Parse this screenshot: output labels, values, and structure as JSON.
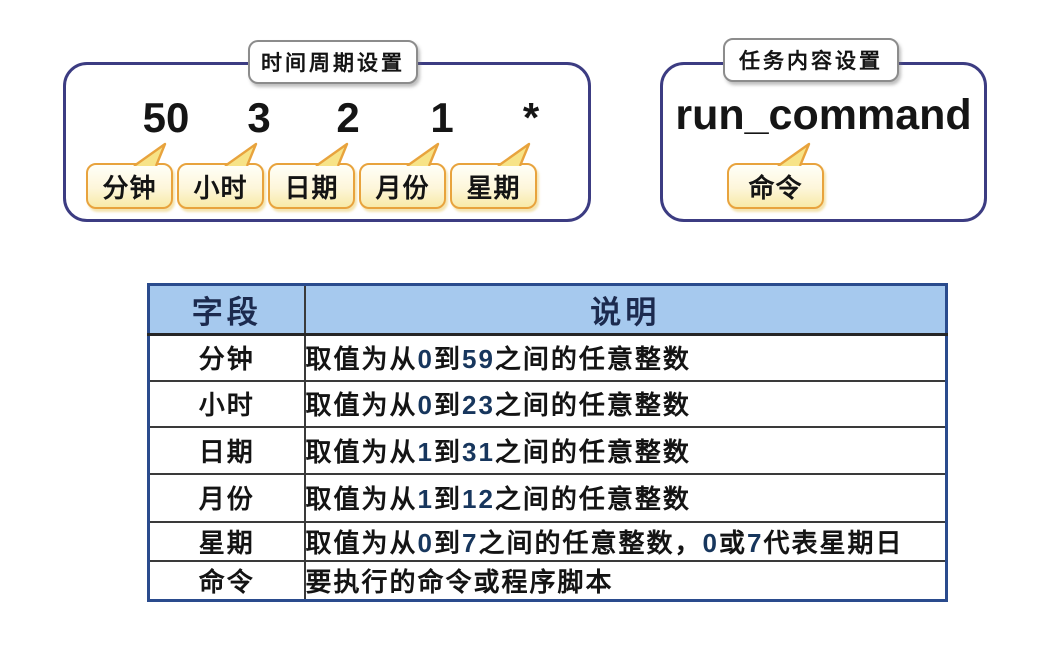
{
  "figure": {
    "time_box": {
      "title": "时间周期设置",
      "fields": [
        {
          "value": "50",
          "label": "分钟"
        },
        {
          "value": "3",
          "label": "小时"
        },
        {
          "value": "2",
          "label": "日期"
        },
        {
          "value": "1",
          "label": "月份"
        },
        {
          "value": "*",
          "label": "星期"
        }
      ]
    },
    "task_box": {
      "title": "任务内容设置",
      "value": "run_command",
      "label": "命令"
    }
  },
  "table": {
    "headers": [
      "字段",
      "说明"
    ],
    "rows": [
      {
        "field": "分钟",
        "desc": [
          {
            "t": "取值为从"
          },
          {
            "t": "0",
            "num": true
          },
          {
            "t": "到"
          },
          {
            "t": "59",
            "num": true
          },
          {
            "t": "之间的任意整数"
          }
        ]
      },
      {
        "field": "小时",
        "desc": [
          {
            "t": "取值为从"
          },
          {
            "t": "0",
            "num": true
          },
          {
            "t": "到"
          },
          {
            "t": "23",
            "num": true
          },
          {
            "t": "之间的任意整数"
          }
        ]
      },
      {
        "field": "日期",
        "desc": [
          {
            "t": "取值为从"
          },
          {
            "t": "1",
            "num": true
          },
          {
            "t": "到"
          },
          {
            "t": "31",
            "num": true
          },
          {
            "t": "之间的任意整数"
          }
        ]
      },
      {
        "field": "月份",
        "desc": [
          {
            "t": "取值为从"
          },
          {
            "t": "1",
            "num": true
          },
          {
            "t": "到"
          },
          {
            "t": "12",
            "num": true
          },
          {
            "t": "之间的任意整数"
          }
        ]
      },
      {
        "field": "星期",
        "desc": [
          {
            "t": "取值为从"
          },
          {
            "t": "0",
            "num": true
          },
          {
            "t": "到"
          },
          {
            "t": "7",
            "num": true
          },
          {
            "t": "之间的任意整数，"
          },
          {
            "t": "0",
            "num": true
          },
          {
            "t": "或"
          },
          {
            "t": "7",
            "num": true
          },
          {
            "t": "代表星期日"
          }
        ]
      },
      {
        "field": "命令",
        "desc": [
          {
            "t": "要执行的命令或程序脚本"
          }
        ]
      }
    ]
  },
  "colors": {
    "box_border": "#3C3C82",
    "bubble_border": "#E8A33D",
    "tail_fill": "#F7E387",
    "table_header_bg": "#A6C9EE",
    "table_outer_border": "#2A4B8D",
    "number_text": "#17365D"
  }
}
